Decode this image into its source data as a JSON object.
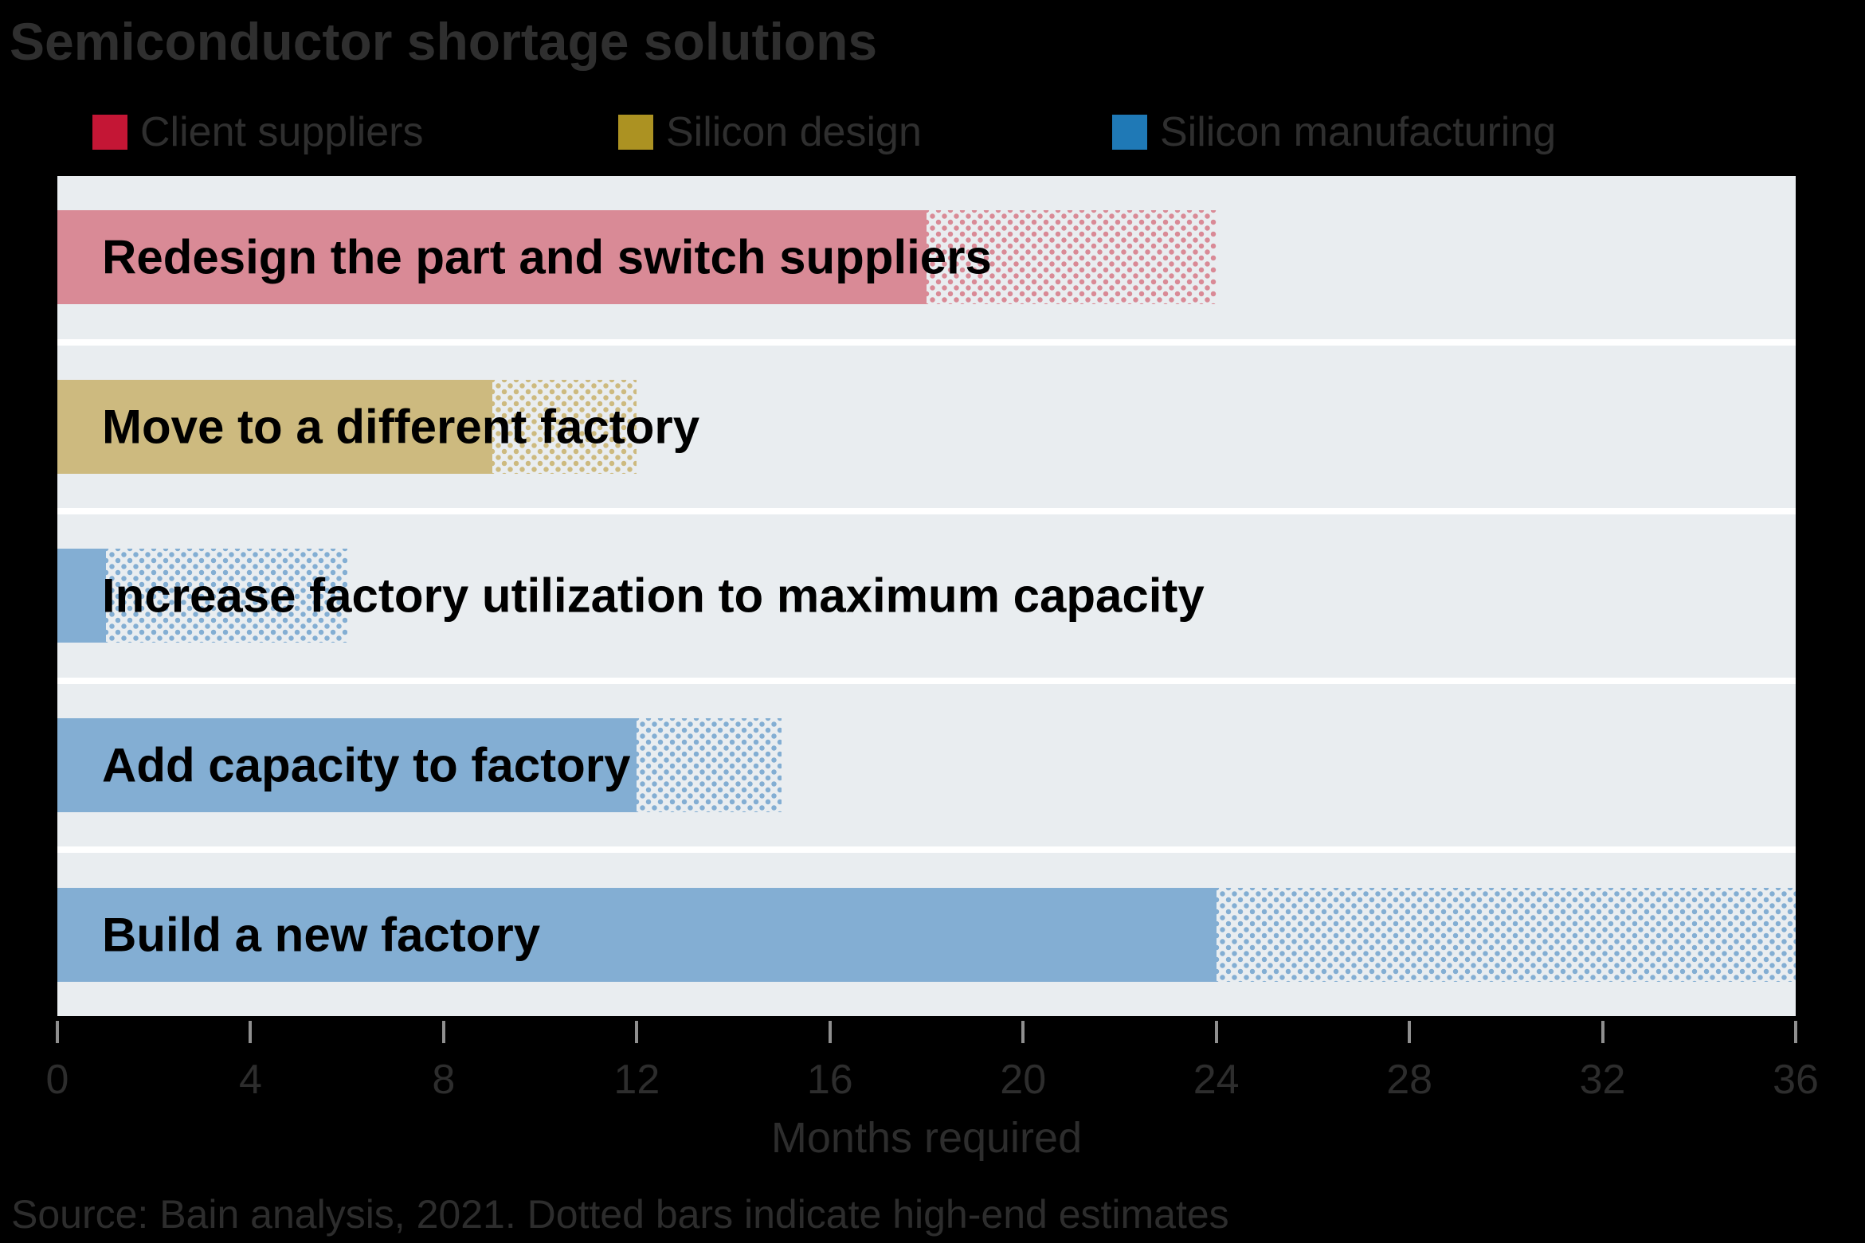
{
  "title": "Semiconductor shortage solutions",
  "legend": [
    {
      "label": "Client suppliers",
      "color": "#c41635"
    },
    {
      "label": "Silicon design",
      "color": "#ac9222"
    },
    {
      "label": "Silicon manufacturing",
      "color": "#1f79b6"
    }
  ],
  "chart_data": {
    "type": "bar",
    "orientation": "horizontal",
    "title": "Semiconductor shortage solutions",
    "xlabel": "Months required",
    "xlim": [
      0,
      36
    ],
    "xticks": [
      0,
      4,
      8,
      12,
      16,
      20,
      24,
      28,
      32,
      36
    ],
    "grid": false,
    "legend_position": "top",
    "bars": [
      {
        "label": "Redesign the part and switch suppliers",
        "series": "Client suppliers",
        "solid_value": 18,
        "dotted_value": 24,
        "bar_color": "#d98a96"
      },
      {
        "label": "Move to a different factory",
        "series": "Silicon design",
        "solid_value": 9,
        "dotted_value": 12,
        "bar_color": "#cdba7f"
      },
      {
        "label": "Increase factory utilization to maximum capacity",
        "series": "Silicon manufacturing",
        "solid_value": 1,
        "dotted_value": 6,
        "bar_color": "#83aed3"
      },
      {
        "label": "Add capacity to factory",
        "series": "Silicon manufacturing",
        "solid_value": 12,
        "dotted_value": 15,
        "bar_color": "#83aed3"
      },
      {
        "label": "Build a new factory",
        "series": "Silicon manufacturing",
        "solid_value": 24,
        "dotted_value": 36,
        "bar_color": "#83aed3"
      }
    ]
  },
  "xaxis": {
    "label": "Months required",
    "ticks": [
      "0",
      "4",
      "8",
      "12",
      "16",
      "20",
      "24",
      "28",
      "32",
      "36"
    ]
  },
  "source": "Source: Bain analysis, 2021. Dotted bars indicate high-end estimates",
  "colors": {
    "background": "#000000",
    "plot_background": "#e9edf0",
    "row_separator": "#ffffff",
    "faint_text": "#2f2f2f",
    "category_text": "#000000",
    "tick_mark": "#8f8f8f"
  }
}
